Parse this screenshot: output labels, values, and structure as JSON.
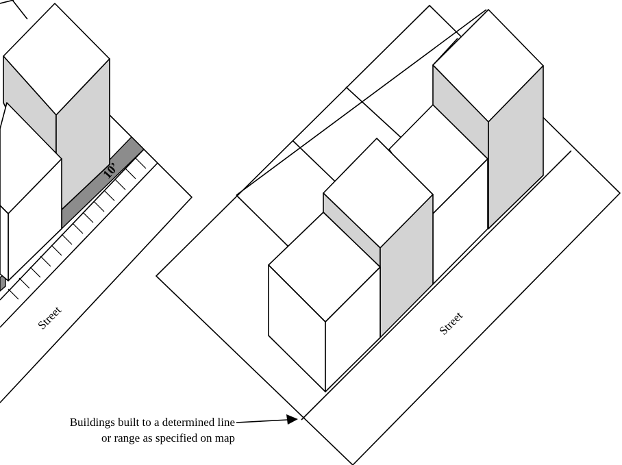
{
  "labels": {
    "street_left": "Street",
    "street_right": "Street",
    "setback": "10’",
    "caption_line1": "Buildings built to a determined line",
    "caption_line2": "or range as specified on map"
  },
  "colors": {
    "lines": "#000000",
    "shaded_wall": "#d3d3d3",
    "setback_strip": "#8c8c8c",
    "background": "#ffffff"
  }
}
